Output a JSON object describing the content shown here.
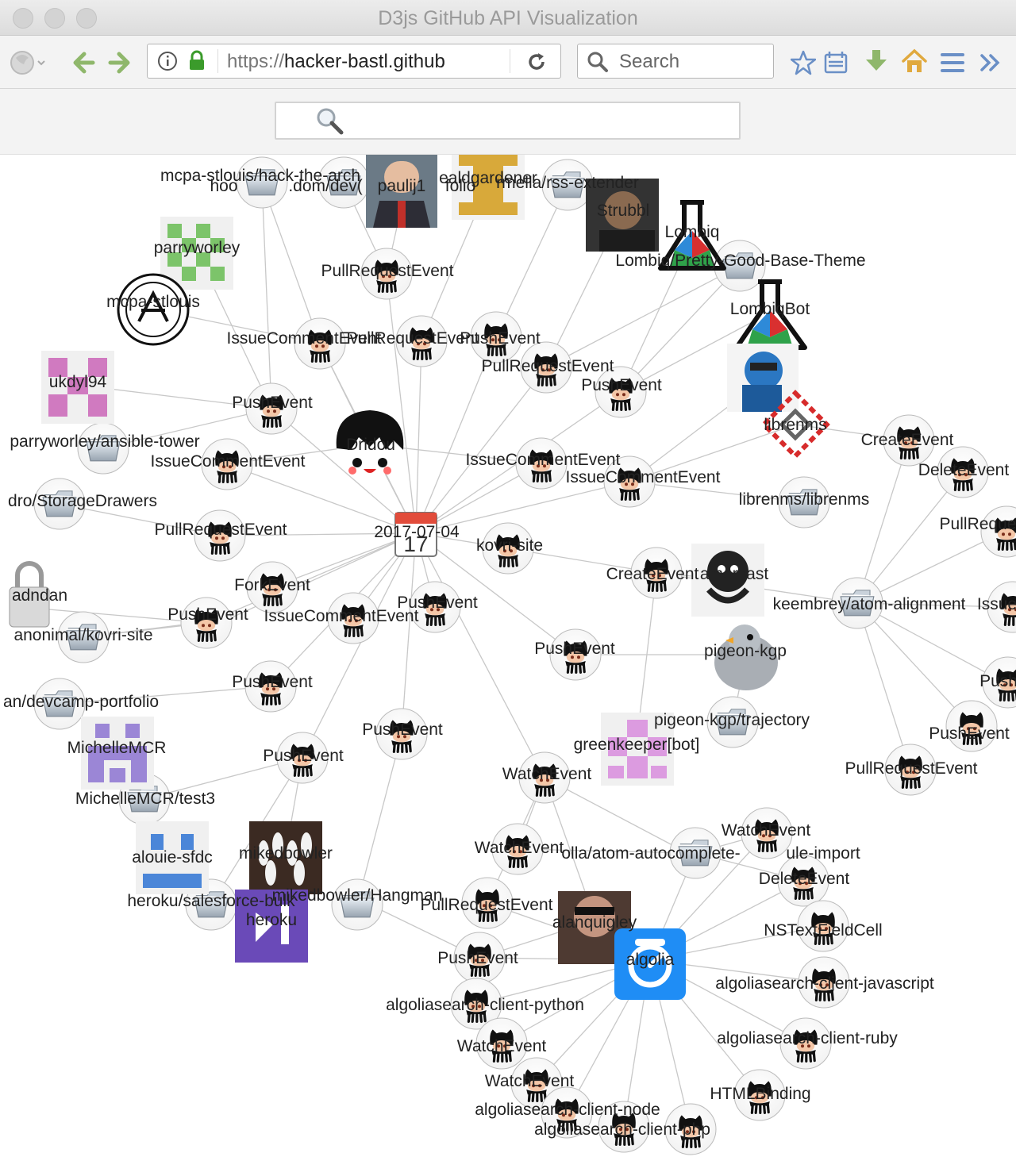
{
  "window": {
    "title": "D3js GitHub API Visualization"
  },
  "toolbar": {
    "url_scheme": "https://",
    "url_host": "hacker-bastl.github",
    "search_placeholder": "Search",
    "icons": [
      "back-icon",
      "forward-icon",
      "info-icon",
      "lock-icon",
      "reload-icon",
      "search-icon",
      "bookmark-star-icon",
      "reading-list-icon",
      "download-icon",
      "home-icon",
      "menu-icon",
      "overflow-icon"
    ]
  },
  "page_search": {
    "placeholder": "",
    "icon": "search-icon"
  },
  "graph": {
    "center_label": "2017-07-04",
    "calendar_day": "17",
    "labels": {
      "pushevent": "PushEvent",
      "pullrequestevent": "PullRequestEvent",
      "issuecommentevent": "IssueCommentEvent",
      "createevent": "CreateEvent",
      "deleteevent": "DeleteEvent",
      "watchevent": "WatchEvent",
      "forkevent": "ForkEvent"
    },
    "users": [
      "paulij1",
      "Strubbl",
      "Lombiq",
      "LombiqBot",
      "parryworley",
      "mcpa-stlouis",
      "ukdyl94",
      "Dridou",
      "librenms",
      "MichelleMCR",
      "alouie-sfdc",
      "mikedbowler",
      "heroku",
      "alanquigley",
      "algolia",
      "greenkeeper[bot]",
      "pigeon-kgp",
      "amercast",
      "adndan"
    ],
    "repos": [
      "mcpa-stlouis/hack-the-arch",
      "Lombiq/Pretty-Good-Base-Theme",
      "parryworley/ansible-tower",
      "librenms/librenms",
      "keembrey/atom-alignment",
      "anonimal/kovri-site",
      "MichelleMCR/test3",
      "heroku/salesforce-bulk",
      "mikedbowler/Hangman",
      "pigeon-kgp/trajectory",
      "algoliasearch-client-python",
      "algoliasearch-client-javascript",
      "algoliasearch-client-ruby",
      "algoliasearch-client-node",
      "algoliasearch-client-php",
      "HTMLBinding",
      "NSTextFieldCell",
      "kovri-site"
    ],
    "partial_labels": {
      "hoo": "hoo",
      "dom_dev": ".dom/dev(",
      "folio": "folio",
      "mella": "rmella/rss-extender",
      "issuecomment_partial": "IssueCommentEvent",
      "dro": "dro/StorageDrawers",
      "an_dev": "an/devcamp-portfolio",
      "atom_autocomplete": "olla/atom-autocomplete-",
      "ule_import": "ule-import",
      "pullreq_edge": "PullReque",
      "issue_edge": "Issue",
      "push_edge": "Push",
      "webpage_fragment": "ealdgardener"
    }
  }
}
